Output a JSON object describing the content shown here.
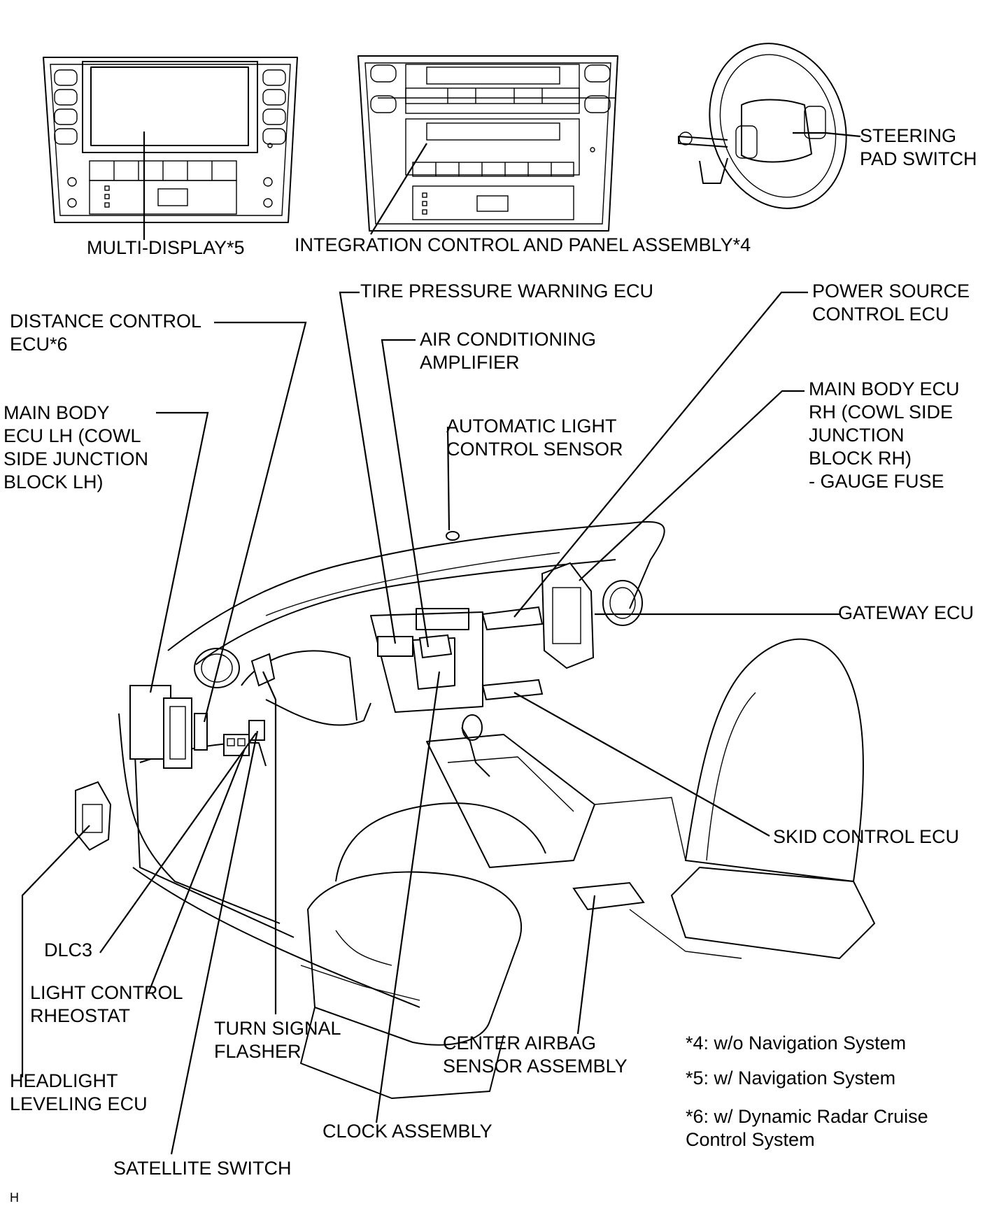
{
  "labels": {
    "multi_display": "MULTI-DISPLAY*5",
    "integration_panel": "INTEGRATION CONTROL AND PANEL ASSEMBLY*4",
    "steering_pad": "STEERING\nPAD SWITCH",
    "tire_pressure": "TIRE PRESSURE WARNING ECU",
    "power_source": "POWER SOURCE\nCONTROL ECU",
    "distance_control": "DISTANCE CONTROL\nECU*6",
    "air_conditioning": "AIR CONDITIONING\nAMPLIFIER",
    "main_body_rh": "MAIN BODY ECU\nRH (COWL SIDE\nJUNCTION\nBLOCK RH)\n- GAUGE FUSE",
    "main_body_lh": "MAIN BODY\nECU LH (COWL\nSIDE JUNCTION\nBLOCK LH)",
    "auto_light": "AUTOMATIC LIGHT\nCONTROL SENSOR",
    "gateway": "GATEWAY ECU",
    "skid_control": "SKID CONTROL ECU",
    "dlc3": "DLC3",
    "light_rheostat": "LIGHT CONTROL\nRHEOSTAT",
    "turn_signal": "TURN SIGNAL\nFLASHER",
    "center_airbag": "CENTER AIRBAG\nSENSOR ASSEMBLY",
    "headlight_leveling": "HEADLIGHT\nLEVELING ECU",
    "clock": "CLOCK ASSEMBLY",
    "satellite": "SATELLITE SWITCH",
    "corner_mark": "H"
  },
  "notes": [
    "*4: w/o Navigation System",
    "*5: w/ Navigation System",
    "*6: w/ Dynamic Radar Cruise\nControl System"
  ]
}
